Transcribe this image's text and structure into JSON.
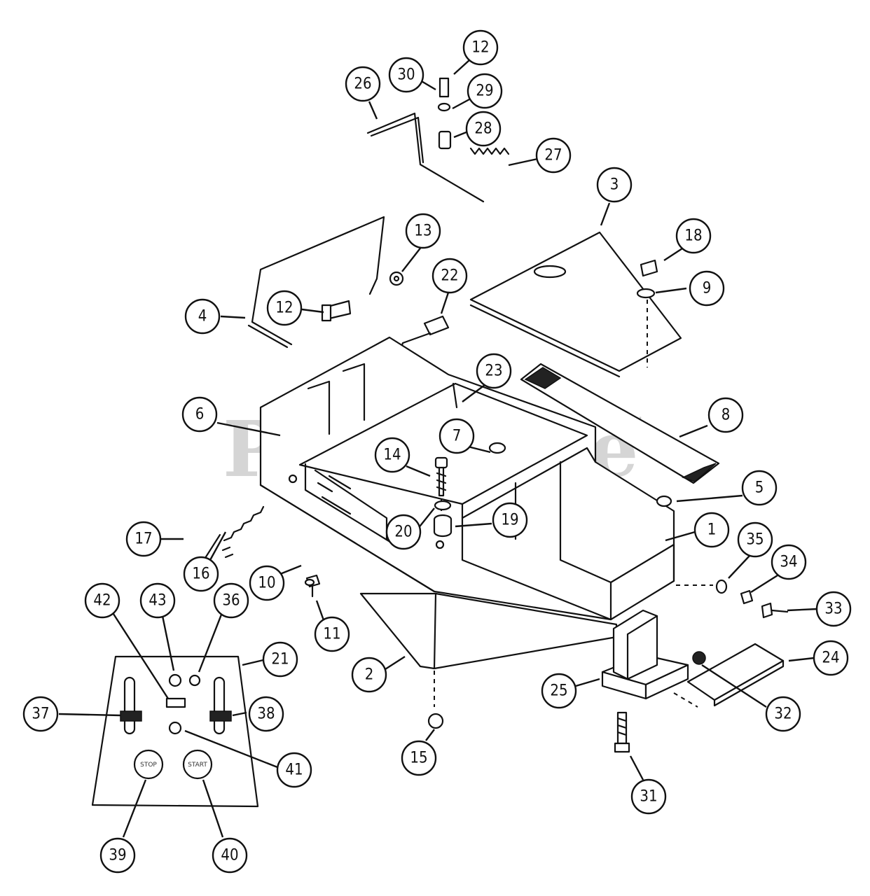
{
  "watermark": {
    "text": "PartsTree",
    "trademark": "TM"
  },
  "panel_buttons": {
    "left": "STOP",
    "right": "START"
  },
  "callouts": [
    {
      "id": "c26",
      "label": "26"
    },
    {
      "id": "c30",
      "label": "30"
    },
    {
      "id": "c12a",
      "label": "12"
    },
    {
      "id": "c29",
      "label": "29"
    },
    {
      "id": "c28",
      "label": "28"
    },
    {
      "id": "c27",
      "label": "27"
    },
    {
      "id": "c3",
      "label": "3"
    },
    {
      "id": "c18",
      "label": "18"
    },
    {
      "id": "c9",
      "label": "9"
    },
    {
      "id": "c13",
      "label": "13"
    },
    {
      "id": "c22",
      "label": "22"
    },
    {
      "id": "c4",
      "label": "4"
    },
    {
      "id": "c12b",
      "label": "12"
    },
    {
      "id": "c23",
      "label": "23"
    },
    {
      "id": "c6",
      "label": "6"
    },
    {
      "id": "c8",
      "label": "8"
    },
    {
      "id": "c7",
      "label": "7"
    },
    {
      "id": "c14",
      "label": "14"
    },
    {
      "id": "c5",
      "label": "5"
    },
    {
      "id": "c19",
      "label": "19"
    },
    {
      "id": "c1",
      "label": "1"
    },
    {
      "id": "c17",
      "label": "17"
    },
    {
      "id": "c20",
      "label": "20"
    },
    {
      "id": "c35",
      "label": "35"
    },
    {
      "id": "c16",
      "label": "16"
    },
    {
      "id": "c10",
      "label": "10"
    },
    {
      "id": "c34",
      "label": "34"
    },
    {
      "id": "c33",
      "label": "33"
    },
    {
      "id": "c42",
      "label": "42"
    },
    {
      "id": "c43",
      "label": "43"
    },
    {
      "id": "c36",
      "label": "36"
    },
    {
      "id": "c11",
      "label": "11"
    },
    {
      "id": "c21",
      "label": "21"
    },
    {
      "id": "c24",
      "label": "24"
    },
    {
      "id": "c2",
      "label": "2"
    },
    {
      "id": "c25",
      "label": "25"
    },
    {
      "id": "c37",
      "label": "37"
    },
    {
      "id": "c38",
      "label": "38"
    },
    {
      "id": "c32",
      "label": "32"
    },
    {
      "id": "c41",
      "label": "41"
    },
    {
      "id": "c15",
      "label": "15"
    },
    {
      "id": "c31",
      "label": "31"
    },
    {
      "id": "c39",
      "label": "39"
    },
    {
      "id": "c40",
      "label": "40"
    }
  ]
}
